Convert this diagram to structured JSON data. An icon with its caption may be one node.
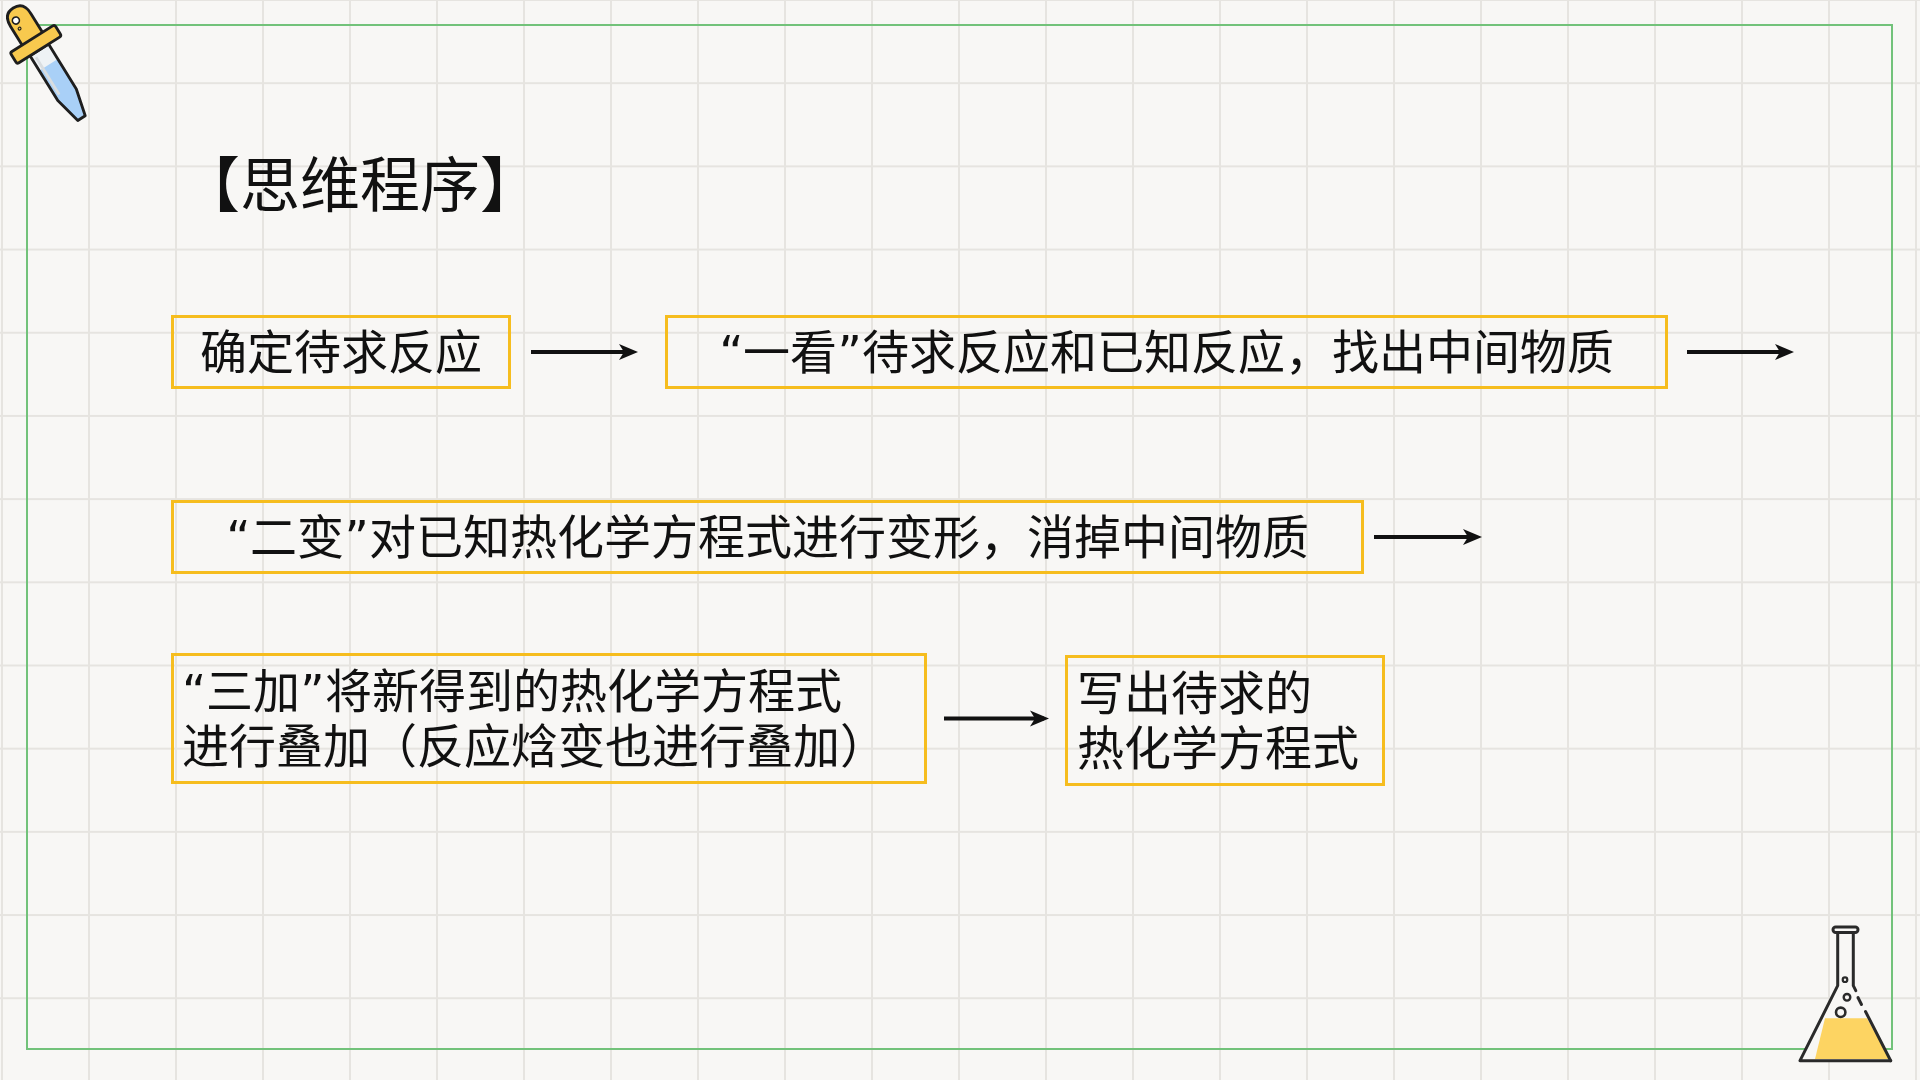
{
  "diagram": {
    "title": "【思维程序】",
    "nodes": [
      {
        "text": [
          "确定待求反应"
        ]
      },
      {
        "text": [
          "“一看”待求反应和已知反应，找出中间物质"
        ]
      },
      {
        "text": [
          "“二变”对已知热化学方程式进行变形，消掉中间物质"
        ]
      },
      {
        "text": [
          "“三加”将新得到的热化学方程式进行叠加（反应焓变也进行叠加）"
        ]
      },
      {
        "text": [
          "写出待求的热化学方程式"
        ]
      }
    ],
    "edges": [
      {
        "from": 0,
        "to": 1,
        "arrow": "to"
      },
      {
        "from": 1,
        "to": null,
        "arrow": "to"
      },
      {
        "from": 2,
        "to": null,
        "arrow": "to"
      },
      {
        "from": 3,
        "to": 4,
        "arrow": "to"
      }
    ]
  }
}
